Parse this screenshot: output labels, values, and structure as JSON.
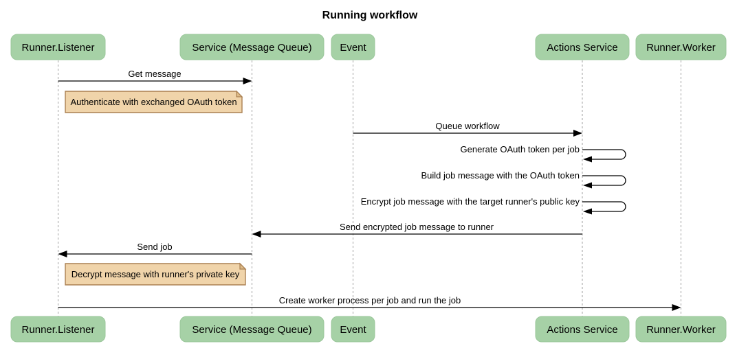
{
  "title": "Running workflow",
  "actors": [
    {
      "label": "Runner.Listener"
    },
    {
      "label": "Service (Message Queue)"
    },
    {
      "label": "Event"
    },
    {
      "label": "Actions Service"
    },
    {
      "label": "Runner.Worker"
    }
  ],
  "messages": [
    {
      "label": "Get message",
      "from": "Runner.Listener",
      "to": "Service (Message Queue)",
      "type": "solid-arrow"
    },
    {
      "label": "Queue workflow",
      "from": "Event",
      "to": "Actions Service",
      "type": "solid-arrow"
    },
    {
      "label": "Generate OAuth token per job",
      "from": "Actions Service",
      "to": "Actions Service",
      "type": "self-loop"
    },
    {
      "label": "Build job message with the OAuth token",
      "from": "Actions Service",
      "to": "Actions Service",
      "type": "self-loop"
    },
    {
      "label": "Encrypt job message with the target runner's public key",
      "from": "Actions Service",
      "to": "Actions Service",
      "type": "self-loop"
    },
    {
      "label": "Send encrypted job message to runner",
      "from": "Actions Service",
      "to": "Service (Message Queue)",
      "type": "solid-arrow"
    },
    {
      "label": "Send job",
      "from": "Service (Message Queue)",
      "to": "Runner.Listener",
      "type": "solid-arrow"
    },
    {
      "label": "Create worker process per job and run the job",
      "from": "Runner.Listener",
      "to": "Runner.Worker",
      "type": "solid-arrow"
    }
  ],
  "notes": [
    {
      "label": "Authenticate with exchanged OAuth token",
      "over": "Runner.Listener"
    },
    {
      "label": "Decrypt message with runner's private key",
      "over": "Runner.Listener"
    }
  ],
  "colors": {
    "actor-fill": "#a6d1a6",
    "actor-stroke": "#9bc79b",
    "note-fill": "#f0d4aa",
    "note-border": "#aa8052",
    "note-fold": "#ddbb88",
    "lifeline-color": "#a0a0a0",
    "arrow-color": "#000000",
    "text-color": "#000000"
  }
}
